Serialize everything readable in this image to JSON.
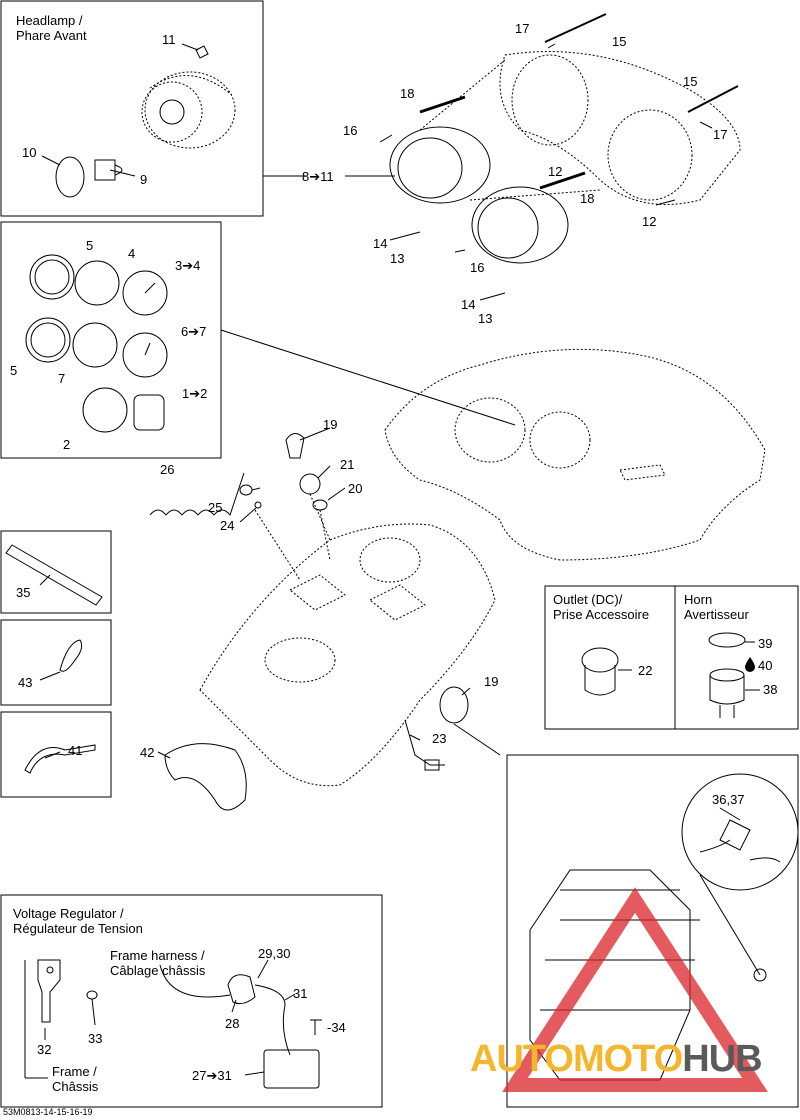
{
  "panels": {
    "headlamp": {
      "title_line1": "Headlamp /",
      "title_line2": "Phare Avant"
    },
    "outlet": {
      "title_line1": "Outlet (DC)/",
      "title_line2": "Prise Accessoire"
    },
    "horn": {
      "title_line1": "Horn",
      "title_line2": "Avertisseur"
    },
    "regulator": {
      "title_line1": "Voltage Regulator /",
      "title_line2": "Régulateur de Tension"
    },
    "frame_harness": {
      "line1": "Frame harness /",
      "line2": "Câblage châssis"
    },
    "frame": {
      "line1": "Frame /",
      "line2": "Châssis"
    }
  },
  "callouts": {
    "c11a": "11",
    "c10": "10",
    "c9": "9",
    "c8_11": "8➔11",
    "c17a": "17",
    "c15a": "15",
    "c15b": "15",
    "c17b": "17",
    "c18a": "18",
    "c18b": "18",
    "c16a": "16",
    "c16b": "16",
    "c12a": "12",
    "c12b": "12",
    "c14a": "14",
    "c13a": "13",
    "c14b": "14",
    "c13b": "13",
    "c5a": "5",
    "c4": "4",
    "c3_4": "3➔4",
    "c5b": "5",
    "c7": "7",
    "c6_7": "6➔7",
    "c2": "2",
    "c1_2": "1➔2",
    "c19a": "19",
    "c26": "26",
    "c21": "21",
    "c20": "20",
    "c25": "25",
    "c24": "24",
    "c35": "35",
    "c43": "43",
    "c41": "41",
    "c42": "42",
    "c23": "23",
    "c19b": "19",
    "c22": "22",
    "c39": "39",
    "c40": "40",
    "c38": "38",
    "c36_37": "36,37",
    "c29_30": "29,30",
    "c31": "31",
    "c33": "33",
    "c32": "32",
    "c28": "28",
    "c34": "-34",
    "c27_31": "27➔31"
  },
  "footer_code": "53M0813-14-15-16-19",
  "watermark": {
    "part1": "AUTO",
    "part2": "MOTO",
    "part3": "HUB"
  },
  "colors": {
    "line": "#000000",
    "watermark_yellow": "#f3b62c",
    "watermark_red": "#d9242a",
    "watermark_grey": "#5a5a5a"
  }
}
